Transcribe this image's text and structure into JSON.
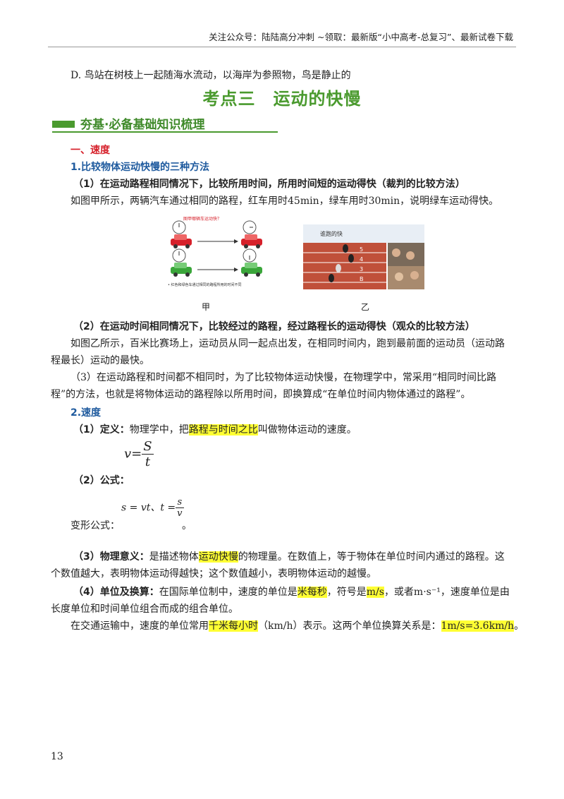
{
  "header": {
    "text": "关注公众号：陆陆高分冲刺 ~领取：最新版“小中高考-总复习”、最新试卷下载"
  },
  "option_d": "D. 鸟站在树枝上一起随海水流动，以海岸为参照物，鸟是静止的",
  "title": "考点三　运动的快慢",
  "banner": "夯基·必备基础知识梳理",
  "section1": "一、速度",
  "sub1": "1.比较物体运动快慢的三种方法",
  "m1_title": "（1）在运动路程相同情况下，比较所用时间，所用时间短的运动得快（裁判的比较方法）",
  "m1_text": "如图甲所示，两辆汽车通过相同的路程，红车用时45min，绿车用时30min，说明绿车运动得快。",
  "fig_left": {
    "caption_top": "图甲哪辆车运动快？",
    "caption_bottom": "• 红色和绿色车通过相同的路程所用的时间不同",
    "label": "甲"
  },
  "fig_right": {
    "caption_top": "谁跑的快",
    "lanes": [
      "5",
      "4",
      "3",
      "B"
    ],
    "label": "乙"
  },
  "m2_title": "（2）在运动时间相同情况下，比较经过的路程，经过路程长的运动得快（观众的比较方法）",
  "m2_text_1": "如图乙所示，百米比赛场上，运动员从同一起点出发，在相同时间内，跑到最前面的运动员（运动路",
  "m2_text_2": "程最长）运动的最快。",
  "m3_text_1": "（3）在运动路程和时间都不相同时，为了比较物体运动快慢，在物理学中，常采用“相同时间比路",
  "m3_text_2": "程”的方法，也就是将物体运动的路程除以所用时间，即换算成“在单位时间内物体通过的路程”。",
  "sub2": "2.速度",
  "def": {
    "label": "（1）定义：",
    "pre": "物理学中，把",
    "hl": "路程与时间之比",
    "post": "叫做物体运动的速度。"
  },
  "formula1": {
    "lhs": "v",
    "eq": "=",
    "num": "S",
    "den": "t"
  },
  "formula_label": "（2）公式：",
  "formula2": {
    "a": "s = vt、t =",
    "num": "s",
    "den": "v",
    "prefix": "变形公式：",
    "end": "。"
  },
  "meaning": {
    "label": "（3）物理意义：",
    "pre": "是描述物体",
    "hl": "运动快慢",
    "post": "的物理量。在数值上，等于物体在单位时间内通过的路程。这",
    "line2": "个数值越大，表明物体运动得越快；这个数值越小，表明物体运动的越慢。"
  },
  "unit": {
    "label": "（4）单位及换算：",
    "pre": "在国际单位制中，速度的单位是",
    "hl1": "米每秒",
    "mid": "，符号是",
    "hl2": "m/s",
    "post": "，或者m·s⁻¹，速度单位是由",
    "line2": "长度单位和时间单位组合而成的组合单位。"
  },
  "traffic": {
    "pre": "在交通运输中，速度的单位常用",
    "hl1": "千米每小时",
    "mid": "（km/h）表示。这两个单位换算关系是：",
    "hl2": "1m/s=3.6km/h",
    "end": "。"
  },
  "page_number": "13"
}
